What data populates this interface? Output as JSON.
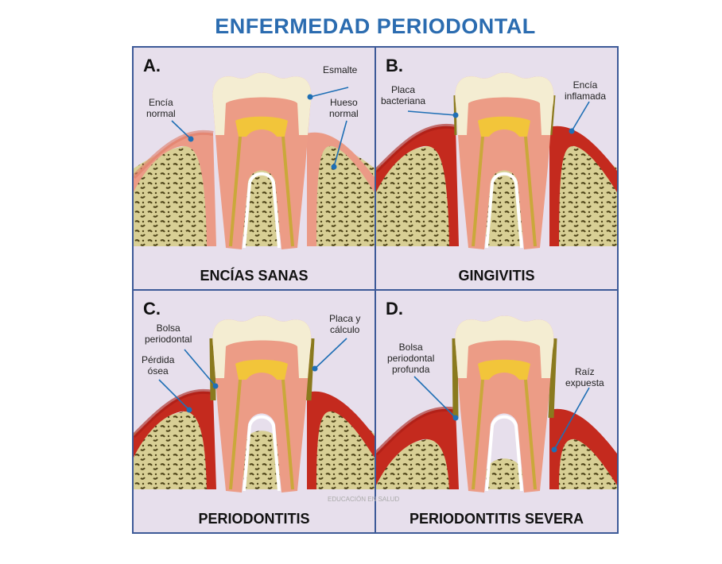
{
  "title": "ENFERMEDAD PERIODONTAL",
  "watermark": "EDUCACIÓN EN SALUD",
  "colors": {
    "title": "#2b6cb0",
    "border": "#3d5a98",
    "panel_bg": "#e7dfec",
    "pointer": "#1f6fb5"
  },
  "panels": [
    {
      "letter": "A.",
      "caption": "ENCÍAS SANAS",
      "stage": "healthy",
      "labels": [
        {
          "text": "Esmalte"
        },
        {
          "text": "Encía\nnormal"
        },
        {
          "text": "Hueso\nnormal"
        }
      ]
    },
    {
      "letter": "B.",
      "caption": "GINGIVITIS",
      "stage": "gingivitis",
      "labels": [
        {
          "text": "Placa\nbacteriana"
        },
        {
          "text": "Encía\ninflamada"
        }
      ]
    },
    {
      "letter": "C.",
      "caption": "PERIODONTITIS",
      "stage": "periodontitis",
      "labels": [
        {
          "text": "Bolsa\nperiodontal"
        },
        {
          "text": "Pérdida\nósea"
        },
        {
          "text": "Placa y\ncálculo"
        }
      ]
    },
    {
      "letter": "D.",
      "caption": "PERIODONTITIS SEVERA",
      "stage": "severe",
      "labels": [
        {
          "text": "Bolsa\nperiodontal\nprofunda"
        },
        {
          "text": "Raíz\nexpuesta"
        }
      ]
    }
  ]
}
